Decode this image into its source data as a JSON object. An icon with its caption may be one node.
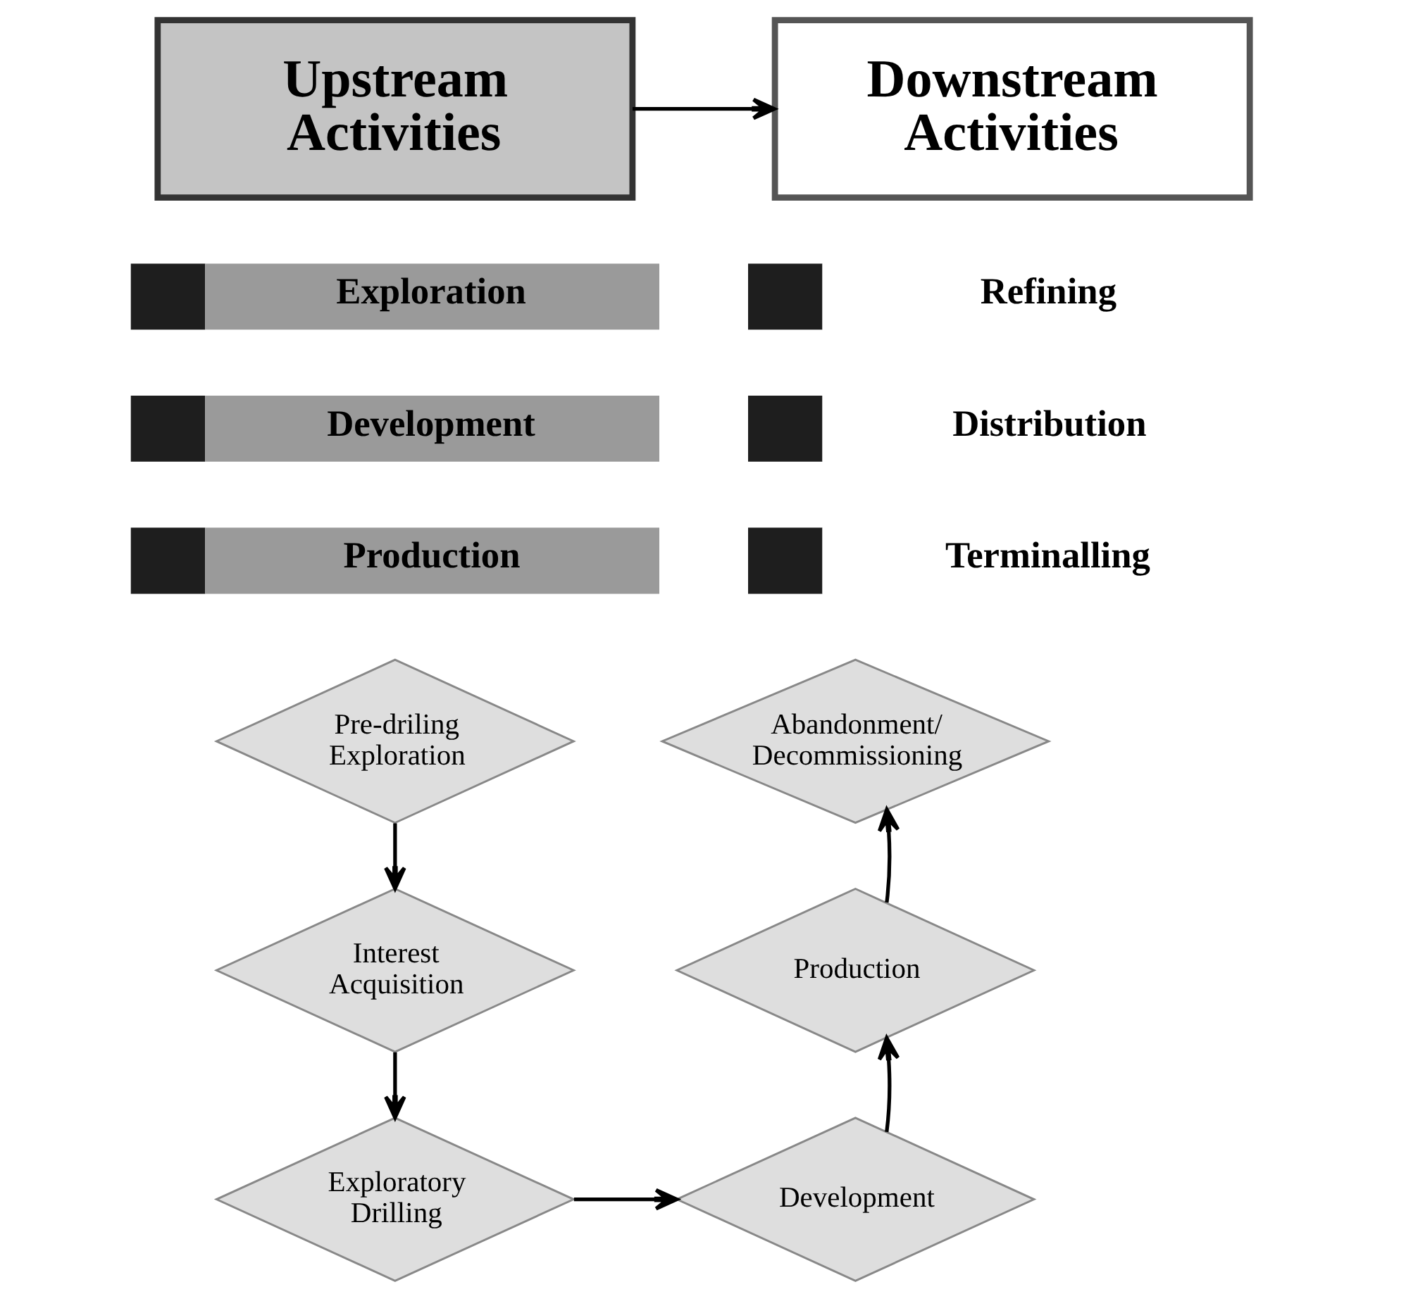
{
  "diagram": {
    "nodes": [
      {
        "text": [
          "Upstream Activities"
        ]
      },
      {
        "text": [
          "Downstream Activities"
        ]
      },
      {
        "text": [
          "Exploration"
        ]
      },
      {
        "text": [
          "Development"
        ]
      },
      {
        "text": [
          "Production"
        ]
      },
      {
        "text": [
          "Refining"
        ]
      },
      {
        "text": [
          "Distribution"
        ]
      },
      {
        "text": [
          "Terminalling"
        ]
      },
      {
        "text": [
          "Pre-driling Exploration"
        ]
      },
      {
        "text": [
          "Interest Acquisition"
        ]
      },
      {
        "text": [
          "Exploratory Drilling"
        ]
      },
      {
        "text": [
          "Development"
        ]
      },
      {
        "text": [
          "Production"
        ]
      },
      {
        "text": [
          "Abandonment/ Decommissioning"
        ]
      }
    ],
    "edges": [
      {
        "from": 0,
        "to": 1,
        "arrow": "to"
      },
      {
        "from": 8,
        "to": 9,
        "arrow": "to"
      },
      {
        "from": 9,
        "to": 10,
        "arrow": "to"
      },
      {
        "from": 10,
        "to": 11,
        "arrow": "to"
      },
      {
        "from": 11,
        "to": 12,
        "arrow": "to"
      },
      {
        "from": 12,
        "to": 13,
        "arrow": "to"
      }
    ]
  }
}
